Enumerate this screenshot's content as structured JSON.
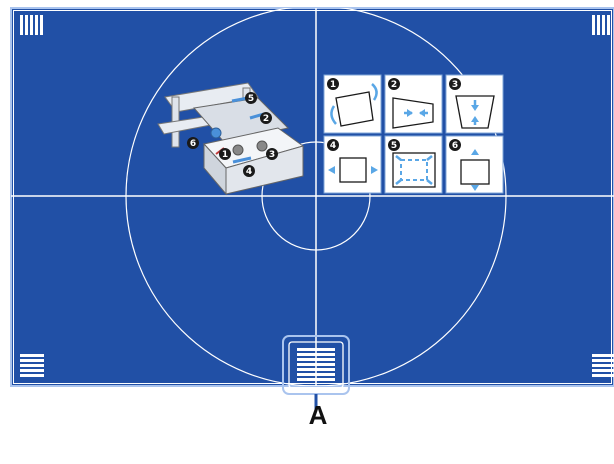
{
  "pattern": {
    "background_color": "#2150a6",
    "line_color": "#ffffff",
    "frame_color": "#aac4ee",
    "icon_color": "#5aa7e6"
  },
  "adjustment_steps": [
    "1",
    "2",
    "3",
    "4",
    "5",
    "6"
  ],
  "callout": {
    "label": "A"
  }
}
